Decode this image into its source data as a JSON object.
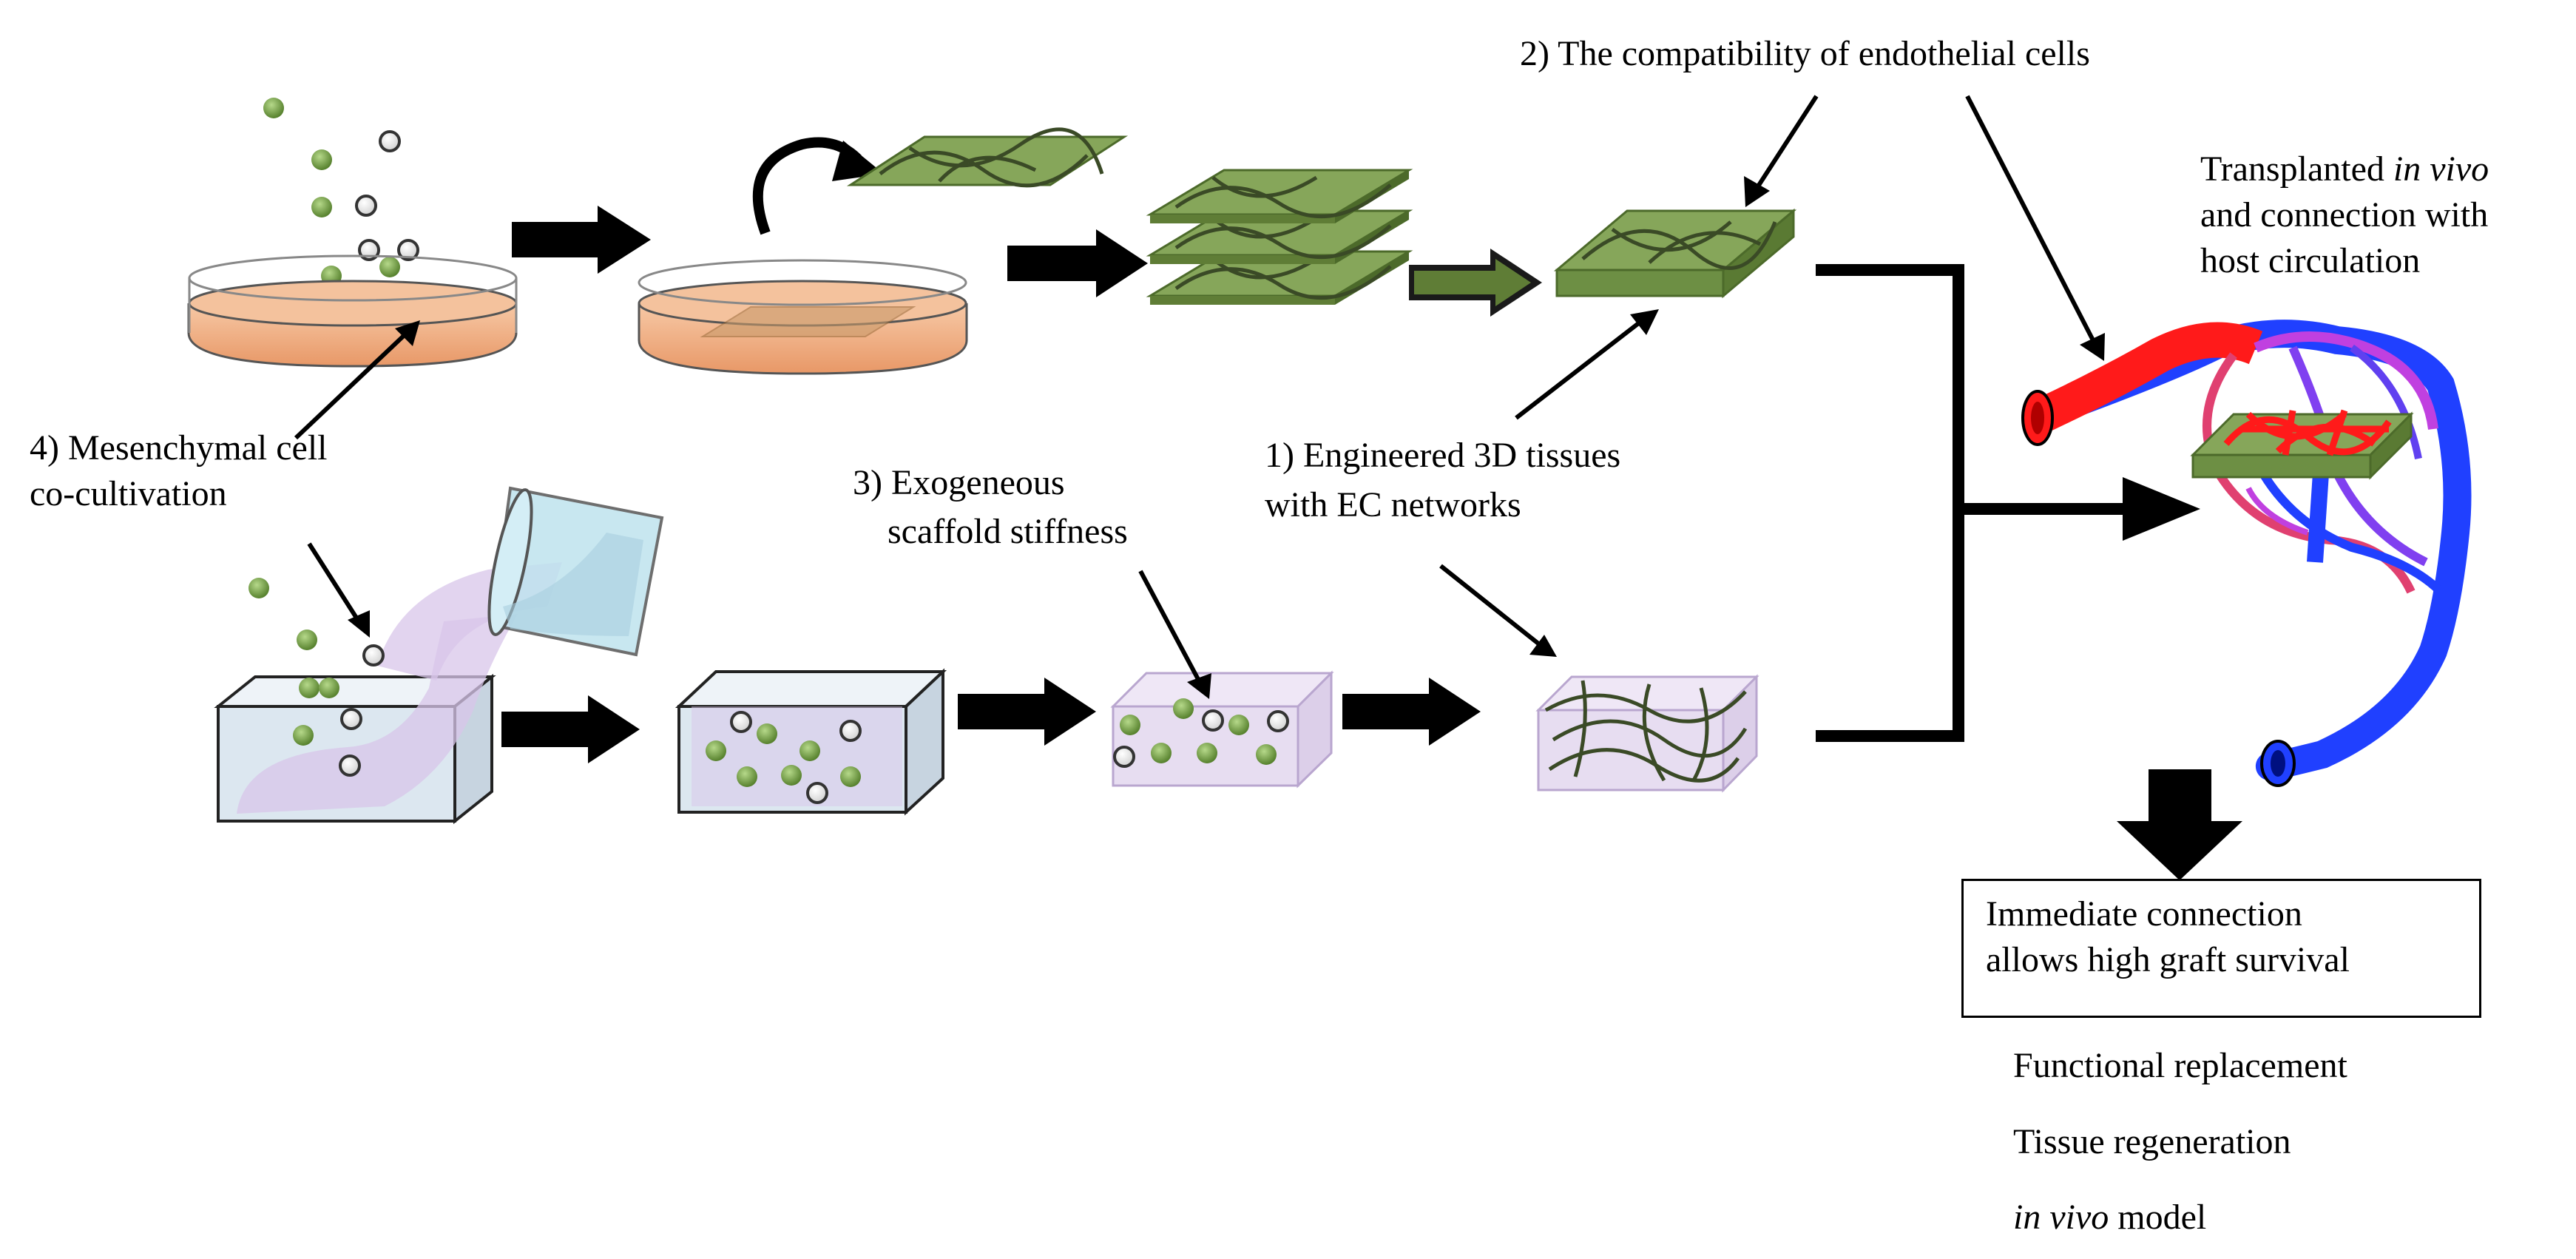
{
  "labels": {
    "compatibility": "2) The compatibility of endothelial cells",
    "transplanted_1_a": "Transplanted ",
    "transplanted_1_b": "in vivo",
    "transplanted_2": "and connection with",
    "transplanted_3": "host circulation",
    "mesenchymal_1": "4) Mesenchymal cell",
    "mesenchymal_2": "co-cultivation",
    "exogeneous_1": "3) Exogeneous",
    "exogeneous_2": "scaffold stiffness",
    "engineered_1": "1) Engineered 3D tissues",
    "engineered_2": "with EC networks",
    "outcome_1": "Immediate connection",
    "outcome_2": "allows high graft survival",
    "functional": "Functional replacement",
    "regeneration": "Tissue regeneration",
    "model_a": "in vivo",
    "model_b": " model"
  },
  "colors": {
    "cell_green": "#6e9a3c",
    "cell_outline": "#333333",
    "dish_fill": "#f2b58a",
    "sheet_green": "#86a65a",
    "gel_purple": "#ddd0ea",
    "box_blue": "#dce7f0",
    "artery_red": "#ff1a1a",
    "vein_blue": "#1a3cff",
    "mixed_purple": "#c040e0"
  }
}
